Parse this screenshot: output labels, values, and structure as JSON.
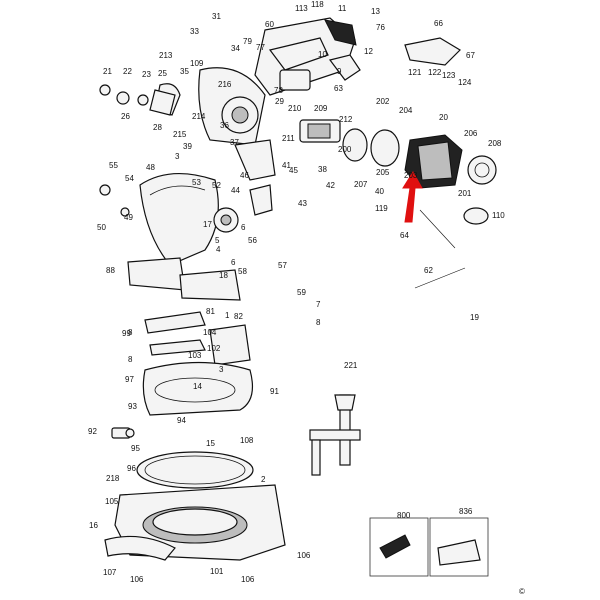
{
  "diagram": {
    "labels": [
      "1",
      "2",
      "3",
      "4",
      "5",
      "6",
      "7",
      "8",
      "9",
      "10",
      "11",
      "12",
      "13",
      "14",
      "15",
      "16",
      "17",
      "18",
      "19",
      "20",
      "21",
      "22",
      "23",
      "25",
      "26",
      "28",
      "29",
      "31",
      "33",
      "34",
      "35",
      "36",
      "37",
      "38",
      "39",
      "40",
      "41",
      "42",
      "43",
      "44",
      "45",
      "46",
      "48",
      "49",
      "50",
      "52",
      "53",
      "54",
      "55",
      "56",
      "57",
      "58",
      "59",
      "60",
      "62",
      "63",
      "64",
      "66",
      "67",
      "76",
      "77",
      "78",
      "79",
      "81",
      "82",
      "88",
      "91",
      "92",
      "93",
      "94",
      "95",
      "96",
      "97",
      "99",
      "101",
      "102",
      "103",
      "104",
      "105",
      "106",
      "107",
      "108",
      "109",
      "110",
      "113",
      "118",
      "119",
      "121",
      "122",
      "123",
      "124",
      "200",
      "201",
      "202",
      "203",
      "204",
      "205",
      "206",
      "207",
      "208",
      "209",
      "210",
      "211",
      "212",
      "213",
      "214",
      "215",
      "216",
      "218",
      "221",
      "800",
      "836",
      "©"
    ]
  }
}
